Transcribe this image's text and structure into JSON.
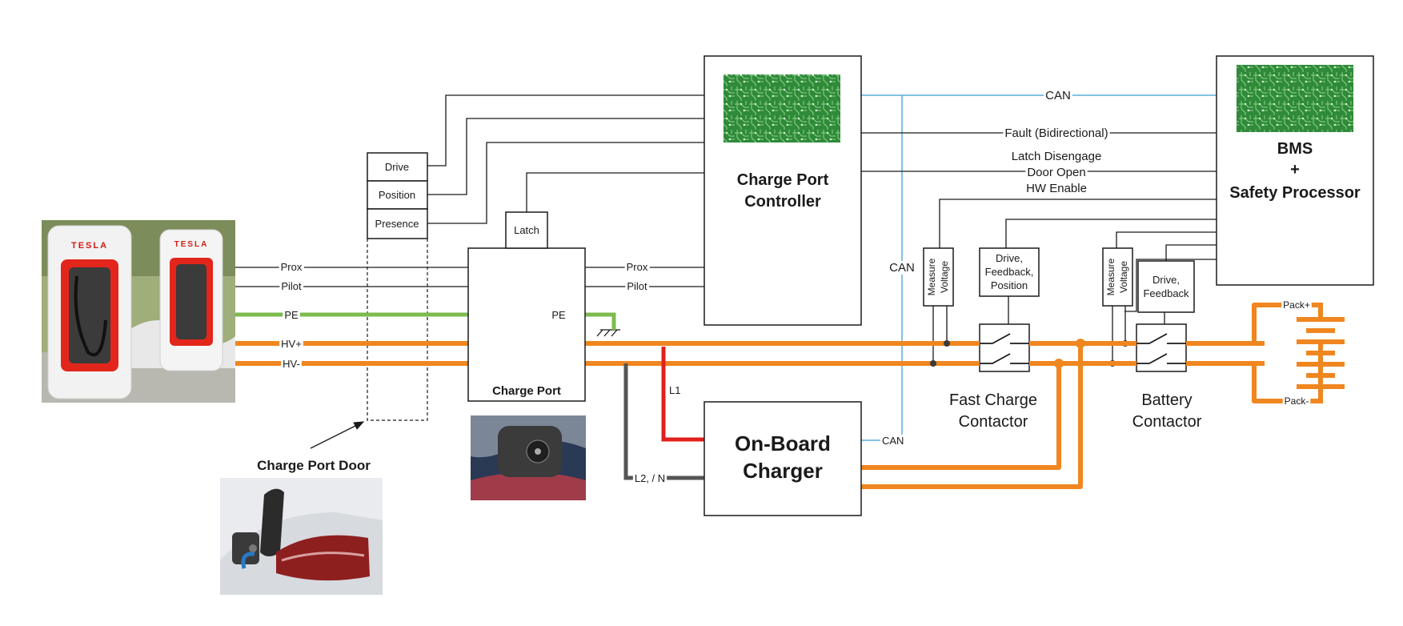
{
  "components": {
    "charge_port_controller": [
      "Charge Port",
      "Controller"
    ],
    "bms": [
      "BMS",
      "+",
      "Safety Processor"
    ],
    "charge_port": "Charge Port",
    "on_board_charger": [
      "On-Board",
      "Charger"
    ],
    "latch": "Latch",
    "door_drive": "Drive",
    "door_position": "Position",
    "door_presence": "Presence",
    "charge_port_door": "Charge Port Door",
    "fast_charge_contactor": [
      "Fast Charge",
      "Contactor"
    ],
    "battery_contactor": [
      "Battery",
      "Contactor"
    ],
    "measure_voltage": [
      "Measure",
      "Voltage"
    ],
    "fc_drive_feedback": [
      "Drive,",
      "Feedback,",
      "Position"
    ],
    "bat_drive_feedback": [
      "Drive,",
      "Feedback"
    ]
  },
  "signals": {
    "can": "CAN",
    "fault": "Fault (Bidirectional)",
    "latch_disengage": "Latch Disengage",
    "door_open": "Door Open",
    "hw_enable": "HW Enable",
    "prox": "Prox",
    "pilot": "Pilot",
    "pe": "PE",
    "hv_plus": "HV+",
    "hv_minus": "HV-",
    "l1": "L1",
    "l2_n": "L2, / N",
    "pack_plus": "Pack+",
    "pack_minus": "Pack-"
  },
  "photos": {
    "supercharger_brand": "TESLA"
  },
  "colors": {
    "hv_line": "#f0861f",
    "pe_line": "#7dbb4f",
    "can_line": "#5aaed8",
    "l1_line": "#e0201c",
    "l2_line": "#555555",
    "pcb_green": "#2f8a3a"
  }
}
